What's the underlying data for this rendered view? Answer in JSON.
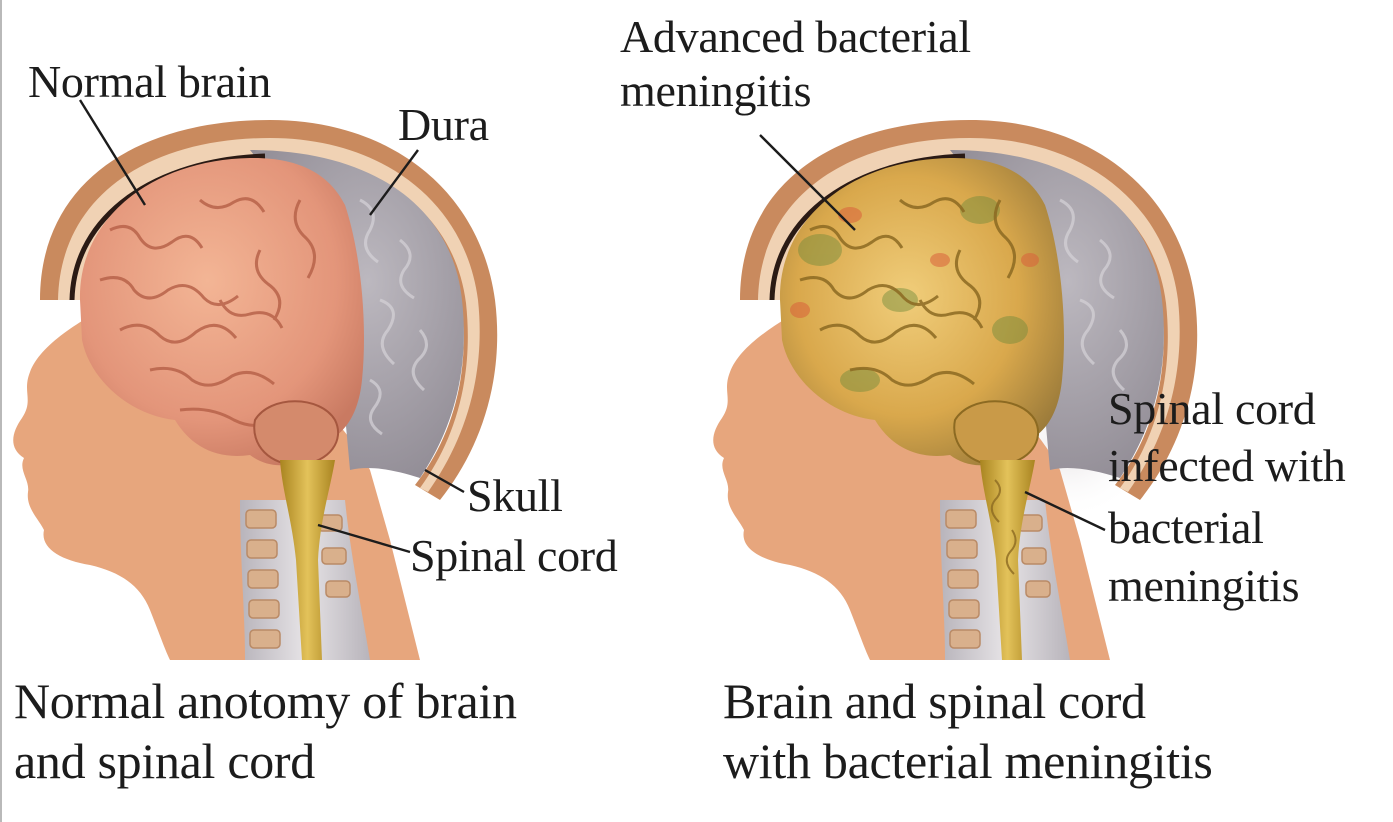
{
  "left_panel": {
    "labels": {
      "normal_brain": "Normal brain",
      "dura": "Dura",
      "skull": "Skull",
      "spinal_cord": "Spinal cord"
    },
    "caption": {
      "line1": "Normal anotomy of brain",
      "line2": "and spinal cord"
    }
  },
  "right_panel": {
    "labels": {
      "advanced_line1": "Advanced bacterial",
      "advanced_line2": "meningitis",
      "infected_line1": "Spinal cord",
      "infected_line2": "infected with",
      "infected_line3": "bacterial",
      "infected_line4": "meningitis"
    },
    "caption": {
      "line1": "Brain and spinal cord",
      "line2": "with bacterial meningitis"
    }
  },
  "colors": {
    "skin": "#e7a67d",
    "skull_outer": "#c98a5e",
    "skull_inner": "#f0d2b4",
    "dura": "#a29ea6",
    "brain_normal": "#e69a7c",
    "brain_fold": "#b8634a",
    "brain_infected": "#dcae52",
    "infected_fold": "#8c6a22",
    "spinal_cord": "#c9a23a",
    "vertebra": "#d9b08c"
  }
}
